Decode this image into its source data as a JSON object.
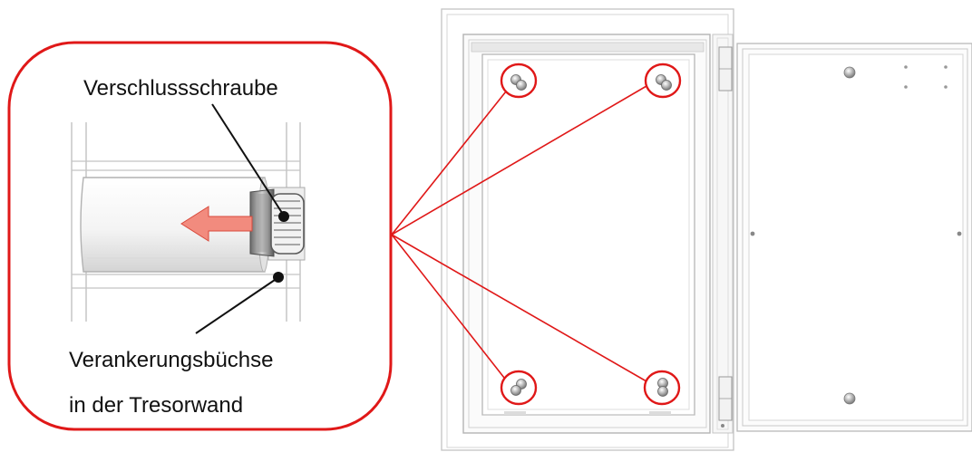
{
  "callout": {
    "screw_label": "Verschlussschraube",
    "bushing_label_line1": "Verankerungsbüchse",
    "bushing_label_line2": "in der Tresorwand"
  },
  "colors": {
    "callout_red": "#e01818",
    "arrow_fill": "#f28b7e",
    "line_gray": "#b8b8b8",
    "panel_gray": "#eeeeee"
  },
  "icons": [
    "locking-screw-icon",
    "removal-arrow-icon",
    "door-hinge-icon"
  ]
}
